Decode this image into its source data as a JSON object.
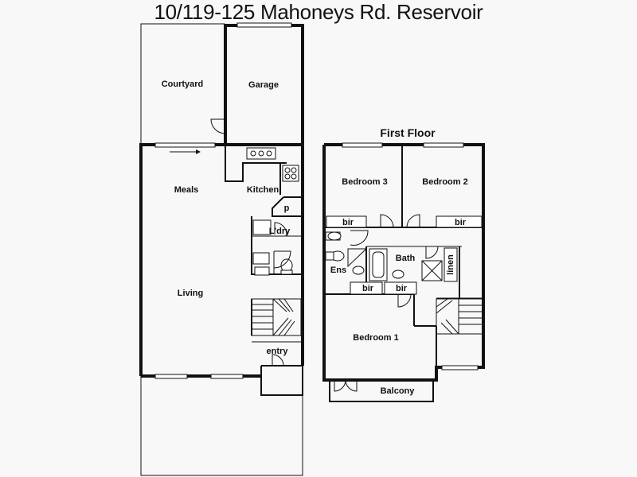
{
  "title": "10/119-125 Mahoneys Rd. Reservoir",
  "first_floor_heading": "First Floor",
  "ground_floor": {
    "courtyard": "Courtyard",
    "garage": "Garage",
    "meals": "Meals",
    "kitchen": "Kitchen",
    "pantry": "p",
    "laundry": "L'dry",
    "living": "Living",
    "entry": "entry"
  },
  "first_floor": {
    "bedroom3": "Bedroom 3",
    "bedroom2": "Bedroom 2",
    "bir_left": "bir",
    "bir_right": "bir",
    "bath": "Bath",
    "linen": "linen",
    "ens": "Ens",
    "bir_mid1": "bir",
    "bir_mid2": "bir",
    "bedroom1": "Bedroom 1",
    "balcony": "Balcony"
  }
}
